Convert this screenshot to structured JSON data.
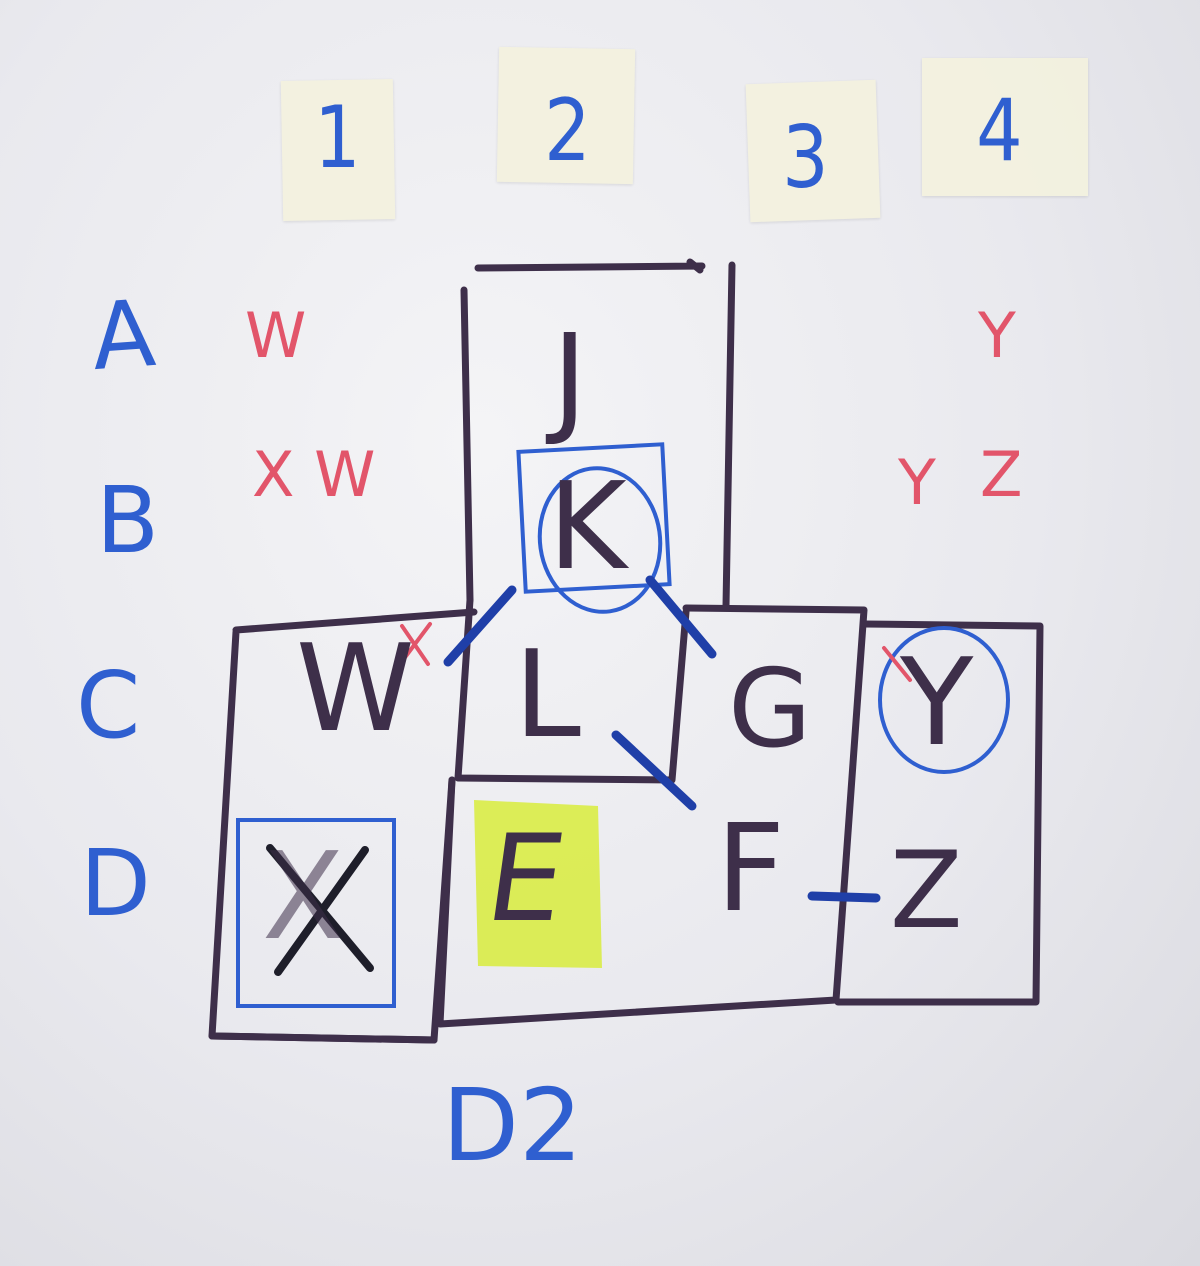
{
  "columns": [
    "1",
    "2",
    "3",
    "4"
  ],
  "rows": [
    "A",
    "B",
    "C",
    "D"
  ],
  "notes": {
    "a1": "W",
    "a4": "Y",
    "b1": "X W",
    "b4_y": "Y",
    "b4_z": "Z",
    "c_small": "X"
  },
  "pieces": {
    "j": "J",
    "k": "K",
    "l": "L",
    "w": "W",
    "g": "G",
    "y": "Y",
    "x": "X",
    "e": "E",
    "f": "F",
    "z": "Z"
  },
  "caption": "D2",
  "colors": {
    "blue_pen": "#2f5fd0",
    "red_pen": "#e2556a",
    "purple_marker": "#3e2f4a",
    "highlight": "#d8ec3c"
  }
}
